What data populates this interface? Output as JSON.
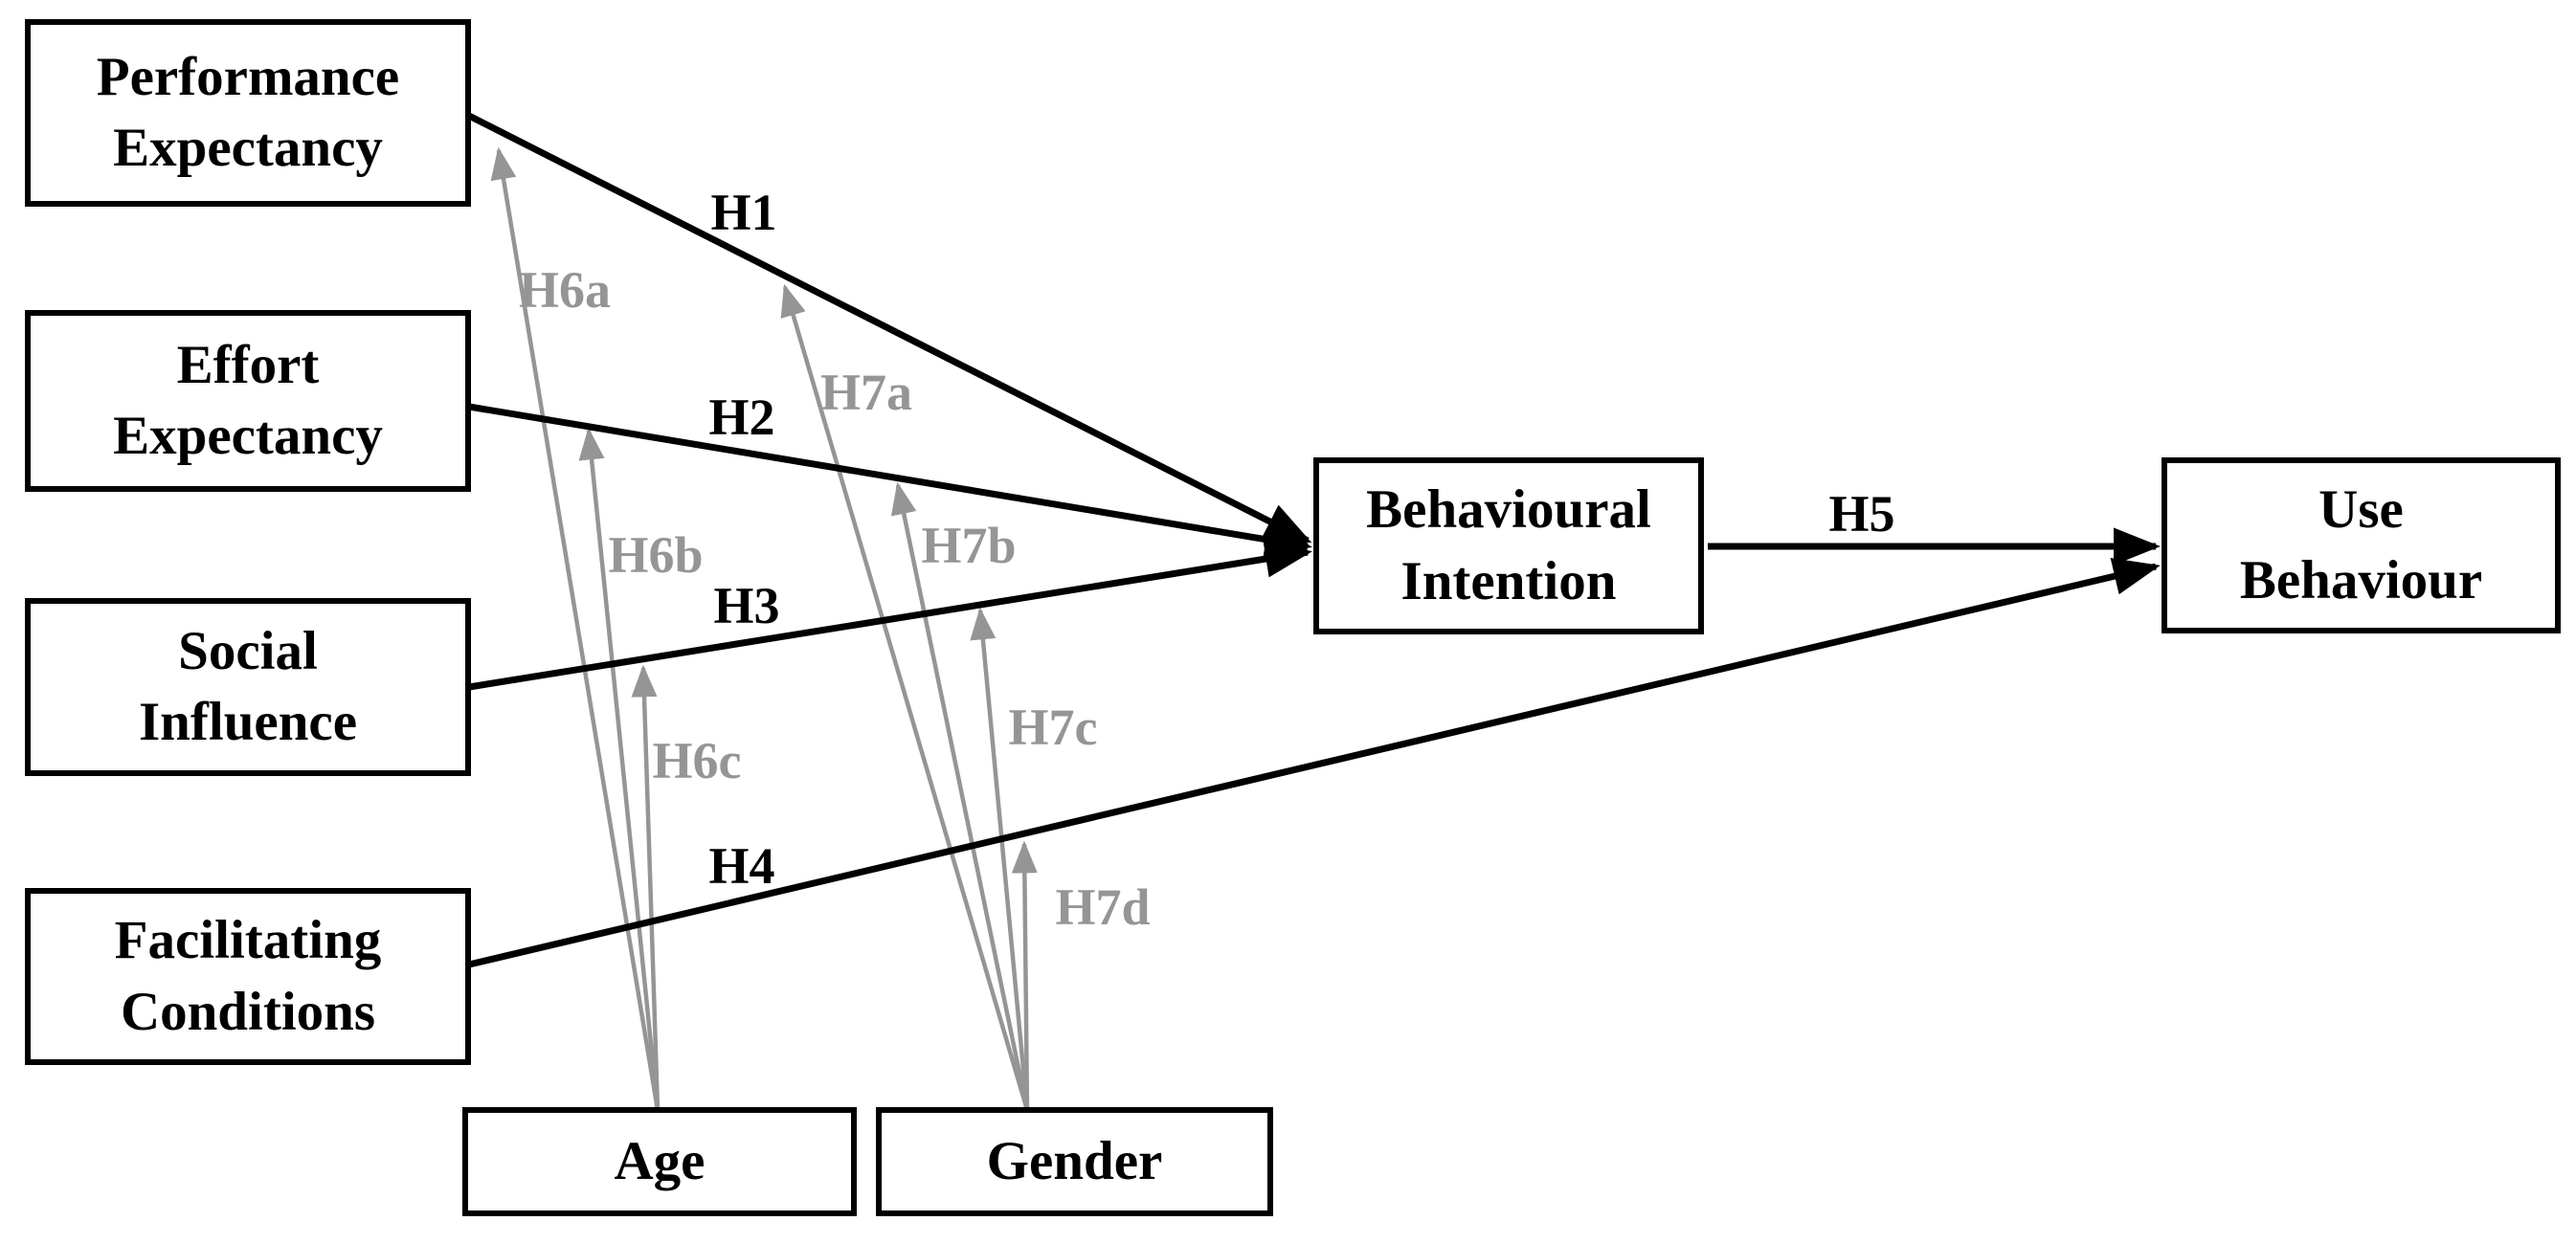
{
  "colors": {
    "path_black": "#000000",
    "moderator_gray": "#959595",
    "box_fill": "#ffffff",
    "box_border": "#000000",
    "background": "#ffffff"
  },
  "boxes": {
    "performance_expectancy": {
      "lines": [
        "Performance",
        "Expectancy"
      ]
    },
    "effort_expectancy": {
      "lines": [
        "Effort",
        "Expectancy"
      ]
    },
    "social_influence": {
      "lines": [
        "Social",
        "Influence"
      ]
    },
    "facilitating_conditions": {
      "lines": [
        "Facilitating",
        "Conditions"
      ]
    },
    "behavioural_intention": {
      "lines": [
        "Behavioural",
        "Intention"
      ]
    },
    "use_behaviour": {
      "lines": [
        "Use",
        "Behaviour"
      ]
    },
    "age": {
      "lines": [
        "Age"
      ]
    },
    "gender": {
      "lines": [
        "Gender"
      ]
    }
  },
  "hypotheses": {
    "h1": "H1",
    "h2": "H2",
    "h3": "H3",
    "h4": "H4",
    "h5": "H5",
    "h6a": "H6a",
    "h6b": "H6b",
    "h6c": "H6c",
    "h7a": "H7a",
    "h7b": "H7b",
    "h7c": "H7c",
    "h7d": "H7d"
  },
  "edges": {
    "direct": [
      {
        "label": "H1",
        "from": "Performance Expectancy",
        "to": "Behavioural Intention"
      },
      {
        "label": "H2",
        "from": "Effort Expectancy",
        "to": "Behavioural Intention"
      },
      {
        "label": "H3",
        "from": "Social Influence",
        "to": "Behavioural Intention"
      },
      {
        "label": "H4",
        "from": "Facilitating Conditions",
        "to": "Use Behaviour"
      },
      {
        "label": "H5",
        "from": "Behavioural Intention",
        "to": "Use Behaviour"
      }
    ],
    "moderation": [
      {
        "label": "H6a",
        "moderator": "Age",
        "moderates_path": "H1"
      },
      {
        "label": "H6b",
        "moderator": "Age",
        "moderates_path": "H2"
      },
      {
        "label": "H6c",
        "moderator": "Age",
        "moderates_path": "H3"
      },
      {
        "label": "H7a",
        "moderator": "Gender",
        "moderates_path": "H1"
      },
      {
        "label": "H7b",
        "moderator": "Gender",
        "moderates_path": "H2"
      },
      {
        "label": "H7c",
        "moderator": "Gender",
        "moderates_path": "H3"
      },
      {
        "label": "H7d",
        "moderator": "Gender",
        "moderates_path": "H4"
      }
    ]
  }
}
